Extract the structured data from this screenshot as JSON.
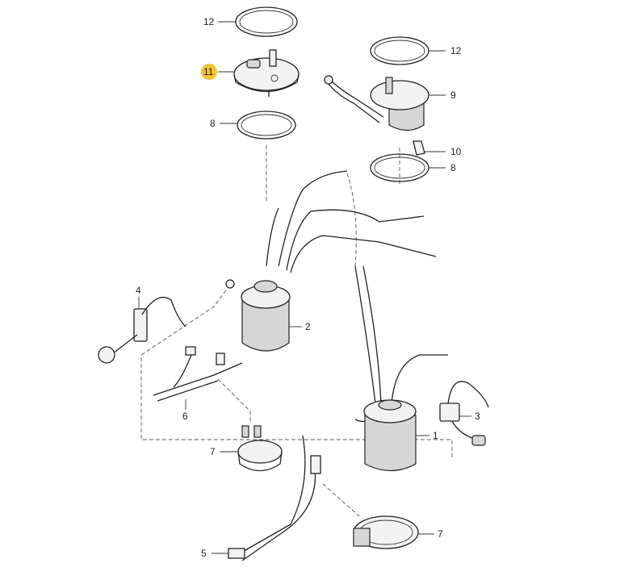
{
  "diagram": {
    "highlight_color": "#f2c232",
    "callouts": [
      {
        "id": "c12a",
        "label": "12"
      },
      {
        "id": "c11",
        "label": "11",
        "highlighted": true
      },
      {
        "id": "c8a",
        "label": "8"
      },
      {
        "id": "c12b",
        "label": "12"
      },
      {
        "id": "c9",
        "label": "9"
      },
      {
        "id": "c10",
        "label": "10"
      },
      {
        "id": "c8b",
        "label": "8"
      },
      {
        "id": "c4",
        "label": "4"
      },
      {
        "id": "c2",
        "label": "2"
      },
      {
        "id": "c6",
        "label": "6"
      },
      {
        "id": "c7a",
        "label": "7"
      },
      {
        "id": "c1",
        "label": "1"
      },
      {
        "id": "c3",
        "label": "3"
      },
      {
        "id": "c5",
        "label": "5"
      },
      {
        "id": "c7b",
        "label": "7"
      }
    ]
  }
}
